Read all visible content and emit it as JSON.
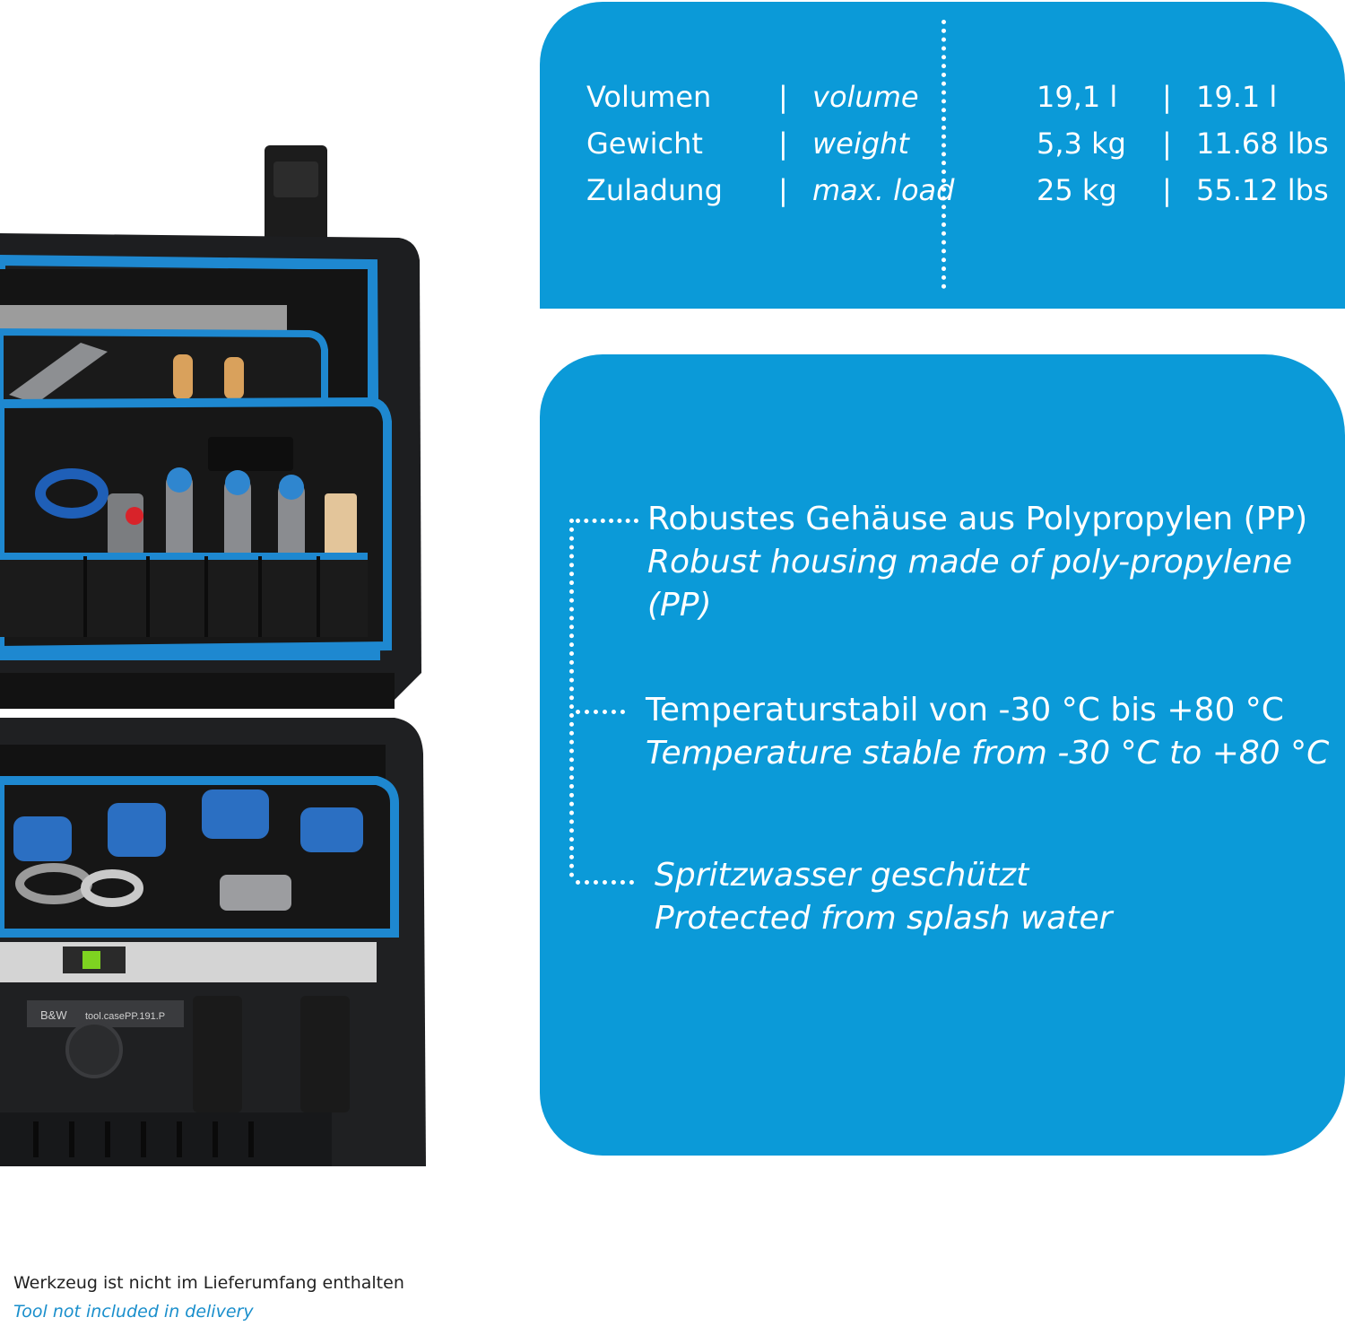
{
  "colors": {
    "panel_blue": "#0b9ad8",
    "text_white": "#ffffff",
    "footnote_blue": "#1a8fcc"
  },
  "product_image": {
    "case_badge": "B&W",
    "case_label": "tool.casePP.191.P",
    "accent_color": "#1e88d0",
    "body_color": "#1b1c1e"
  },
  "specs": [
    {
      "label_de": "Volumen",
      "label_en": "volume",
      "value_metric": "19,1 l",
      "value_imperial": "19.1 l"
    },
    {
      "label_de": "Gewicht",
      "label_en": "weight",
      "value_metric": "5,3 kg",
      "value_imperial": "11.68 lbs"
    },
    {
      "label_de": "Zuladung",
      "label_en": "max. load",
      "value_metric": "25 kg",
      "value_imperial": "55.12 lbs"
    }
  ],
  "separator": "|",
  "features": [
    {
      "de": "Robustes Gehäuse aus Polypropylen (PP)",
      "en_line1": "Robust housing made of poly-propylene",
      "en_line2": "(PP)"
    },
    {
      "de": "Temperaturstabil von -30 °C bis +80 °C",
      "en": "Temperature stable from -30 °C to +80 °C"
    },
    {
      "de": "Spritzwasser geschützt",
      "en": "Protected from splash water"
    }
  ],
  "footnote": {
    "de": "Werkzeug ist nicht im Lieferumfang enthalten",
    "en": "Tool not included in delivery"
  }
}
